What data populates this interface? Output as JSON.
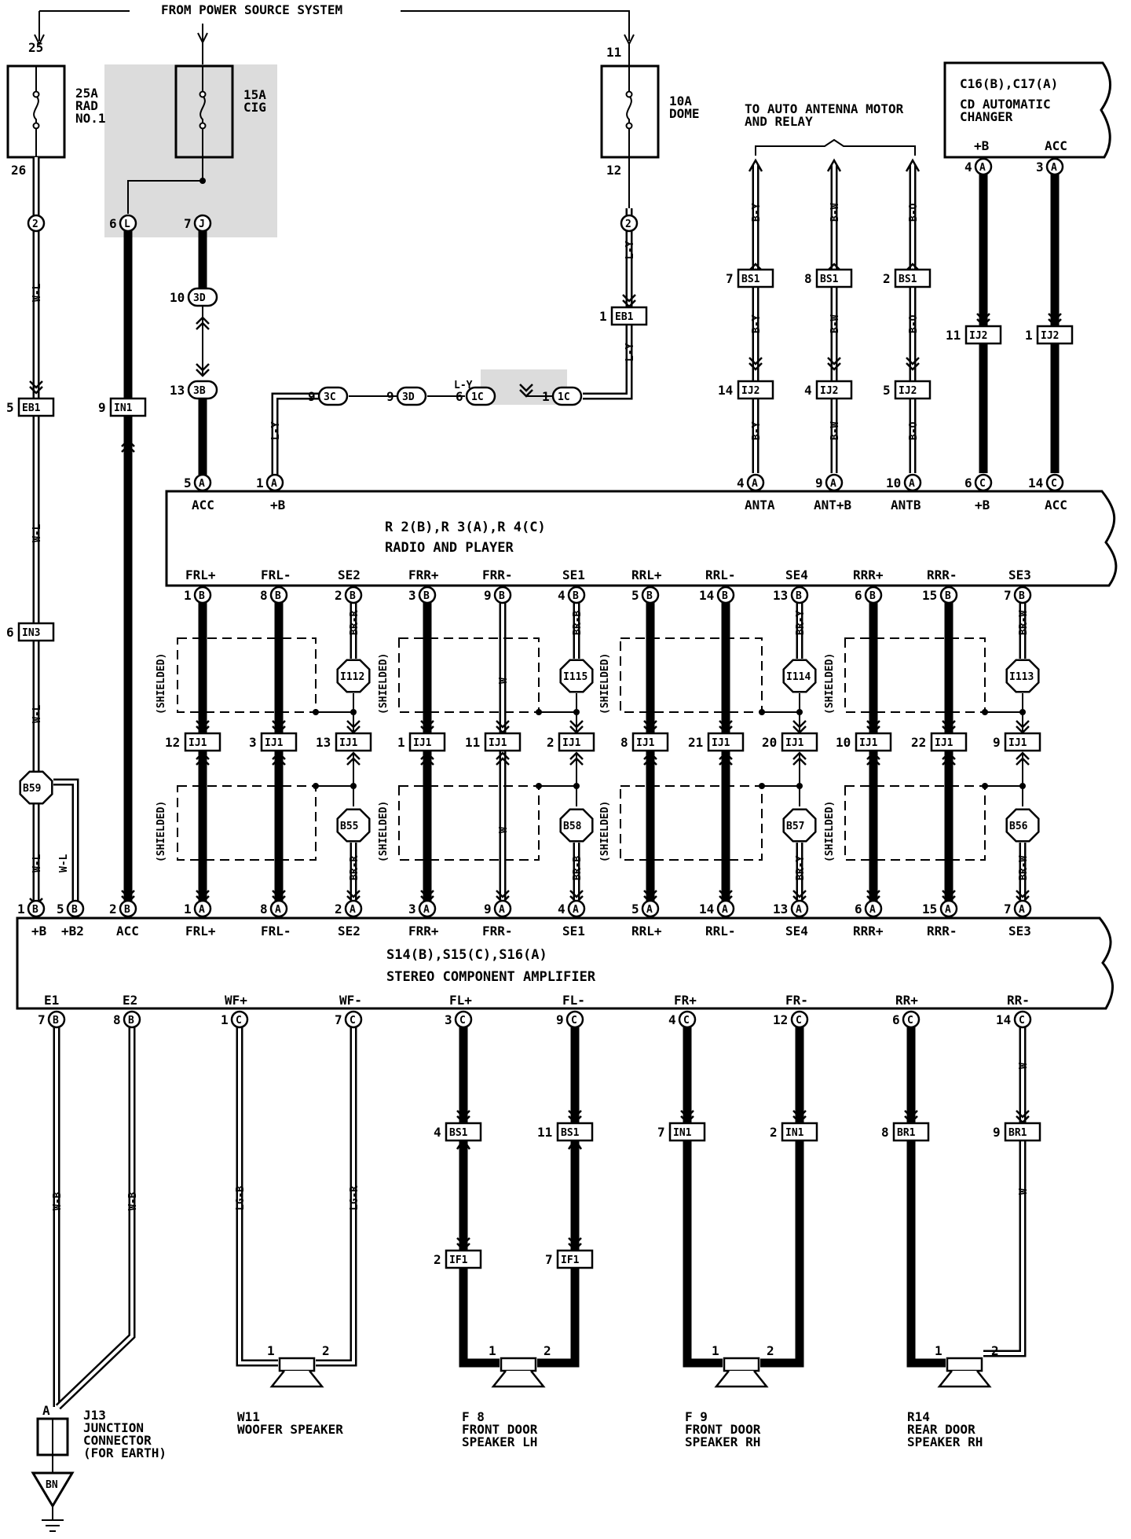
{
  "header": {
    "power_source": "FROM POWER SOURCE SYSTEM",
    "antenna_note_line1": "TO AUTO ANTENNA MOTOR",
    "antenna_note_line2": "AND RELAY"
  },
  "fuses": [
    {
      "id": "fuse-rad",
      "rating": "25A",
      "name_line1": "RAD",
      "name_line2": "NO.1",
      "pin_in": "25",
      "pin_out": "26"
    },
    {
      "id": "fuse-cig",
      "rating": "15A",
      "name_line1": "CIG",
      "name_line2": "",
      "pin_in": "",
      "pin_out": ""
    },
    {
      "id": "fuse-dome",
      "rating": "10A",
      "name_line1": "DOME",
      "name_line2": "",
      "pin_in": "11",
      "pin_out": "12"
    }
  ],
  "cd_changer": {
    "code": "C16(B),C17(A)",
    "name_line1": "CD AUTOMATIC",
    "name_line2": "CHANGER"
  },
  "radio": {
    "code": "R 2(B),R 3(A),R 4(C)",
    "name": "RADIO AND PLAYER"
  },
  "amplifier": {
    "code": "S14(B),S15(C),S16(A)",
    "name": "STEREO COMPONENT AMPLIFIER"
  },
  "radio_top_pins": [
    "ACC",
    "+B",
    "ANTA",
    "ANT+B",
    "ANTB",
    "+B",
    "ACC"
  ],
  "radio_bottom_pins": [
    "FRL+",
    "FRL-",
    "SE2",
    "FRR+",
    "FRR-",
    "SE1",
    "RRL+",
    "RRL-",
    "SE4",
    "RRR+",
    "RRR-",
    "SE3"
  ],
  "amp_top_pins": [
    "+B",
    "+B2",
    "ACC",
    "FRL+",
    "FRL-",
    "SE2",
    "FRR+",
    "FRR-",
    "SE1",
    "RRL+",
    "RRL-",
    "SE4",
    "RRR+",
    "RRR-",
    "SE3"
  ],
  "amp_bottom_pins": [
    "E1",
    "E2",
    "WF+",
    "WF-",
    "FL+",
    "FL-",
    "FR+",
    "FR-",
    "RR+",
    "RR-"
  ],
  "shield_label": "(SHIELDED)",
  "speakers": [
    {
      "code": "W11",
      "name_line1": "WOOFER SPEAKER",
      "name_line2": ""
    },
    {
      "code": "F 8",
      "name_line1": "FRONT DOOR",
      "name_line2": "SPEAKER LH"
    },
    {
      "code": "F 9",
      "name_line1": "FRONT DOOR",
      "name_line2": "SPEAKER RH"
    },
    {
      "code": "R14",
      "name_line1": "REAR DOOR",
      "name_line2": "SPEAKER RH"
    }
  ],
  "junction": {
    "code": "J13",
    "line1": "JUNCTION",
    "line2": "CONNECTOR",
    "line3": "(FOR EARTH)",
    "pin": "A",
    "ground": "BN"
  }
}
